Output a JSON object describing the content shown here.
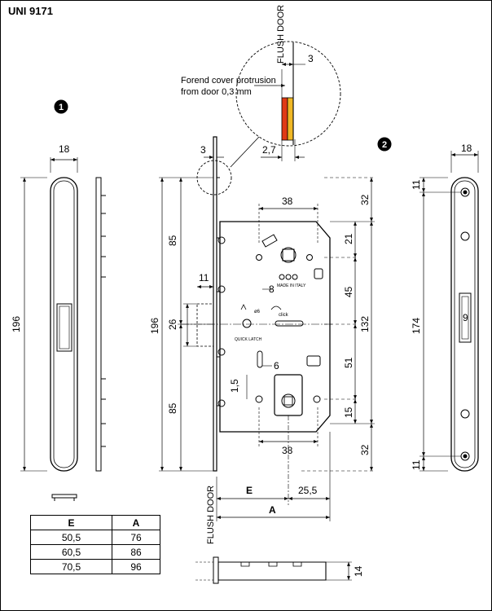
{
  "title": "UNI 9171",
  "markers": {
    "view1": "1",
    "view2": "2"
  },
  "flush_door_label": "FLUSH DOOR",
  "note": {
    "line1": "Forend cover protrusion",
    "line2": "from door 0,3 mm"
  },
  "detail_dims": {
    "thickness": "3",
    "gap": "2,7"
  },
  "view1_dims": {
    "width": "18",
    "height": "196"
  },
  "front_dims": {
    "forend_top": "3",
    "upper_85": "85",
    "total_196": "196",
    "offset_26": "26",
    "lower_85": "85",
    "small_11": "11",
    "top_38": "38",
    "bottom_38": "38",
    "right_32_top": "32",
    "right_21": "21",
    "right_45": "45",
    "right_132": "132",
    "right_51": "51",
    "right_15": "15",
    "right_32_bottom": "32",
    "dim_8": "8",
    "dim_6": "6",
    "dim_1_5": "1,5",
    "E": "E",
    "backset_25_5": "25,5",
    "A": "A",
    "bottom_14": "14"
  },
  "lock_marks": {
    "made_in": "MADE IN ITALY",
    "o6": "ø6",
    "click": "click",
    "quick_latch": "QUICK LATCH"
  },
  "view2_dims": {
    "width": "18",
    "top_11": "11",
    "length_174": "174",
    "bottom_11": "11",
    "slot_9": "9"
  },
  "table": {
    "headers": [
      "E",
      "A"
    ],
    "rows": [
      [
        "50,5",
        "76"
      ],
      [
        "60,5",
        "86"
      ],
      [
        "70,5",
        "96"
      ]
    ]
  }
}
